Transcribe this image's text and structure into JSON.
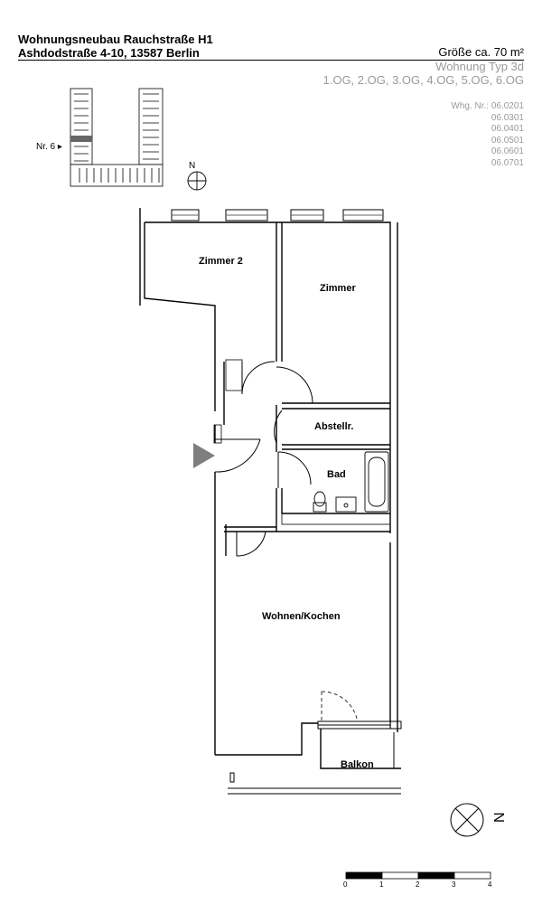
{
  "header": {
    "line1": "Wohnungsneubau Rauchstraße H1",
    "line2": "Ashdodstraße 4-10, 13587 Berlin",
    "size": "Größe ca. 70 m²",
    "type": "Wohnung Typ 3d",
    "floors": "1.OG, 2.OG, 3.OG, 4.OG, 5.OG, 6.OG"
  },
  "unit_numbers": {
    "label": "Whg. Nr.: 06.0201",
    "items": [
      "06.0301",
      "06.0401",
      "06.0501",
      "06.0601",
      "06.0701"
    ]
  },
  "keyplan": {
    "label": "Nr. 6",
    "north": "N"
  },
  "rooms": {
    "zimmer2": "Zimmer 2",
    "zimmer": "Zimmer",
    "abstell": "Abstellr.",
    "bad": "Bad",
    "wohnen": "Wohnen/Kochen",
    "balkon": "Balkon"
  },
  "compass": {
    "letter": "N"
  },
  "scale": {
    "labels": [
      "0",
      "1",
      "2",
      "3",
      "4"
    ]
  },
  "colors": {
    "wall": "#000000",
    "entry_arrow": "#7f7f7f",
    "muted_text": "#9a9a9a",
    "keyplan_highlight": "#666666"
  }
}
